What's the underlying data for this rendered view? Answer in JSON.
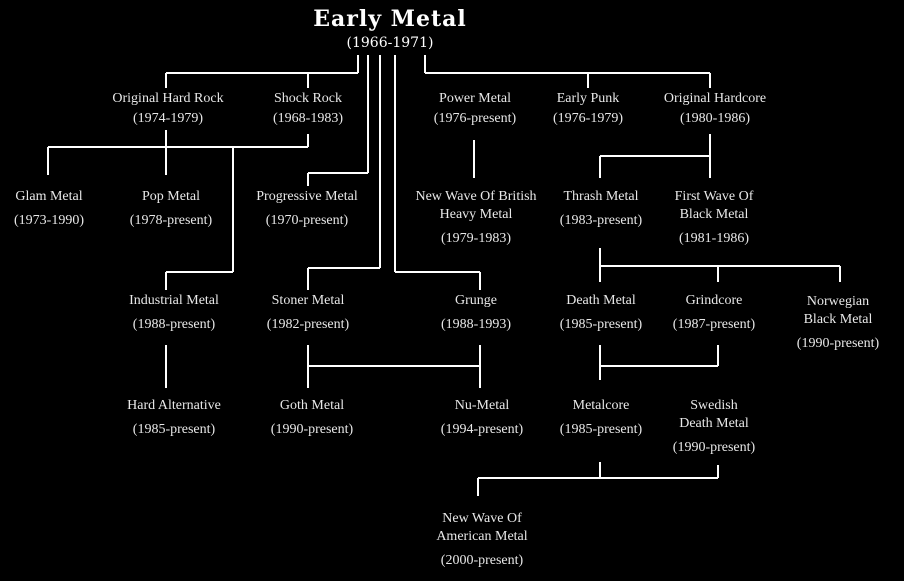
{
  "root": {
    "title": "Early Metal",
    "years": "(1966-1971)"
  },
  "nodes": {
    "original_hard_rock": {
      "name": "Original Hard Rock",
      "years": "(1974-1979)"
    },
    "shock_rock": {
      "name": "Shock Rock",
      "years": "(1968-1983)"
    },
    "power_metal": {
      "name": "Power Metal",
      "years": "(1976-present)"
    },
    "early_punk": {
      "name": "Early Punk",
      "years": "(1976-1979)"
    },
    "original_hardcore": {
      "name": "Original Hardcore",
      "years": "(1980-1986)"
    },
    "glam_metal": {
      "name": "Glam Metal",
      "years": "(1973-1990)"
    },
    "pop_metal": {
      "name": "Pop Metal",
      "years": "(1978-present)"
    },
    "progressive_metal": {
      "name": "Progressive Metal",
      "years": "(1970-present)"
    },
    "nwobhm": {
      "name_line1": "New Wave Of British",
      "name_line2": "Heavy Metal",
      "years": "(1979-1983)"
    },
    "thrash_metal": {
      "name": "Thrash Metal",
      "years": "(1983-present)"
    },
    "first_wave_black_metal": {
      "name_line1": "First Wave Of",
      "name_line2": "Black Metal",
      "years": "(1981-1986)"
    },
    "industrial_metal": {
      "name": "Industrial Metal",
      "years": "(1988-present)"
    },
    "stoner_metal": {
      "name": "Stoner Metal",
      "years": "(1982-present)"
    },
    "grunge": {
      "name": "Grunge",
      "years": "(1988-1993)"
    },
    "death_metal": {
      "name": "Death Metal",
      "years": "(1985-present)"
    },
    "grindcore": {
      "name": "Grindcore",
      "years": "(1987-present)"
    },
    "norwegian_black_metal": {
      "name_line1": "Norwegian",
      "name_line2": "Black Metal",
      "years": "(1990-present)"
    },
    "hard_alternative": {
      "name": "Hard Alternative",
      "years": "(1985-present)"
    },
    "goth_metal": {
      "name": "Goth Metal",
      "years": "(1990-present)"
    },
    "nu_metal": {
      "name": "Nu-Metal",
      "years": "(1994-present)"
    },
    "metalcore": {
      "name": "Metalcore",
      "years": "(1985-present)"
    },
    "swedish_death_metal": {
      "name_line1": "Swedish",
      "name_line2": "Death Metal",
      "years": "(1990-present)"
    },
    "nwoam": {
      "name_line1": "New Wave Of",
      "name_line2": "American Metal",
      "years": "(2000-present)"
    }
  },
  "colors": {
    "background": "#000000",
    "text": "#e8e8e8",
    "line": "#ffffff"
  }
}
